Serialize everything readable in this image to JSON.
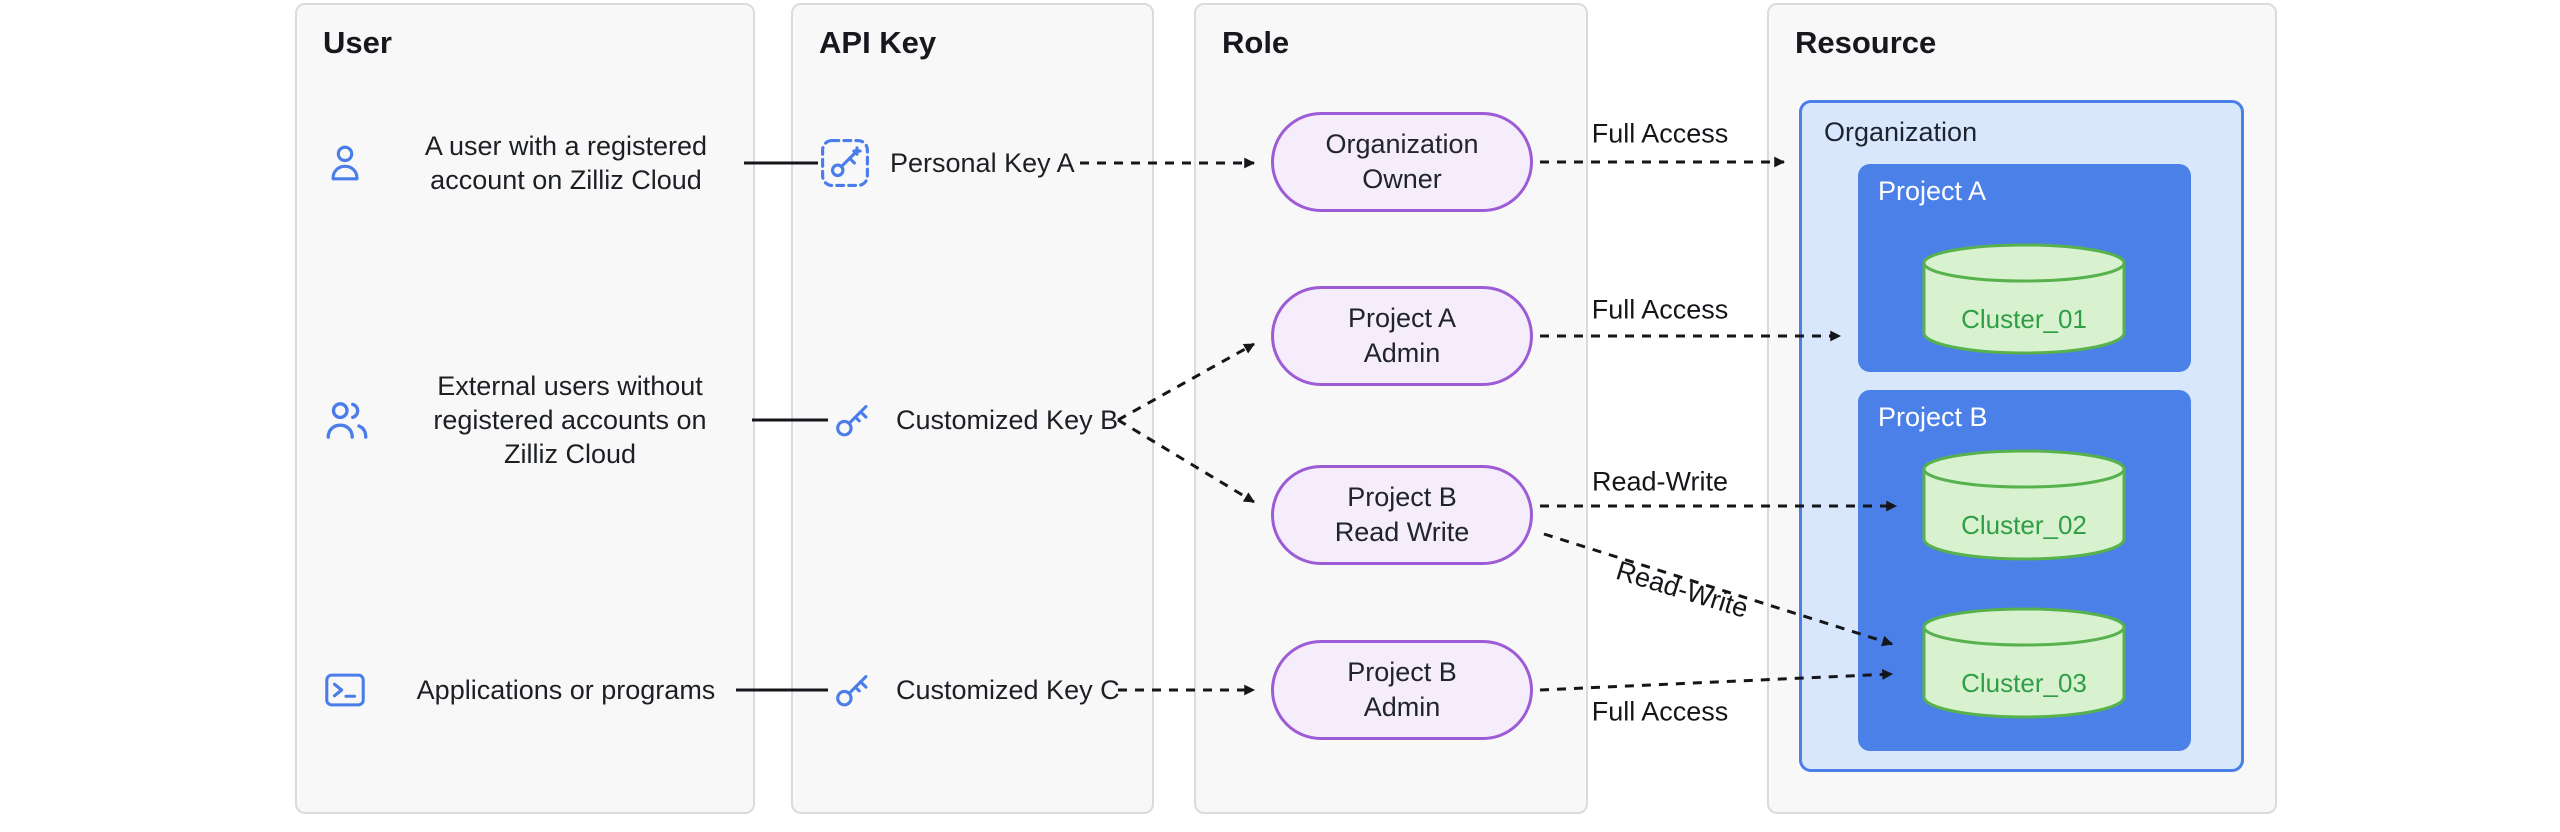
{
  "diagram": {
    "user_panel": {
      "title": "User",
      "items": [
        {
          "icon": "user-icon",
          "text": "A user with a registered\naccount on Zilliz Cloud"
        },
        {
          "icon": "users-icon",
          "text": "External users without\nregistered accounts on\nZilliz Cloud"
        },
        {
          "icon": "terminal-icon",
          "text": "Applications or programs"
        }
      ]
    },
    "api_key_panel": {
      "title": "API Key",
      "items": [
        {
          "icon": "personal-key-icon",
          "label": "Personal Key A"
        },
        {
          "icon": "key-icon",
          "label": "Customized Key B"
        },
        {
          "icon": "key-icon",
          "label": "Customized Key C"
        }
      ]
    },
    "role_panel": {
      "title": "Role",
      "items": [
        {
          "label": "Organization\nOwner"
        },
        {
          "label": "Project A\nAdmin"
        },
        {
          "label": "Project B\nRead Write"
        },
        {
          "label": "Project B\nAdmin"
        }
      ]
    },
    "resource_panel": {
      "title": "Resource",
      "organization": {
        "label": "Organization",
        "projects": [
          {
            "label": "Project A",
            "clusters": [
              {
                "label": "Cluster_01"
              }
            ]
          },
          {
            "label": "Project B",
            "clusters": [
              {
                "label": "Cluster_02"
              },
              {
                "label": "Cluster_03"
              }
            ]
          }
        ]
      }
    },
    "edge_labels": [
      {
        "label": "Full Access"
      },
      {
        "label": "Full Access"
      },
      {
        "label": "Read-Write"
      },
      {
        "label": "Read-Write"
      },
      {
        "label": "Full Access"
      }
    ],
    "colors": {
      "accent_blue": "#4a7de9",
      "role_purple": "#9d5bd6",
      "role_fill": "#f5ecfc",
      "project_blue": "#4a80e8",
      "org_fill": "#d9e7fd",
      "cluster_stroke": "#57b14c",
      "cluster_fill": "#d8f2d0",
      "cluster_text": "#2f9e44"
    }
  }
}
